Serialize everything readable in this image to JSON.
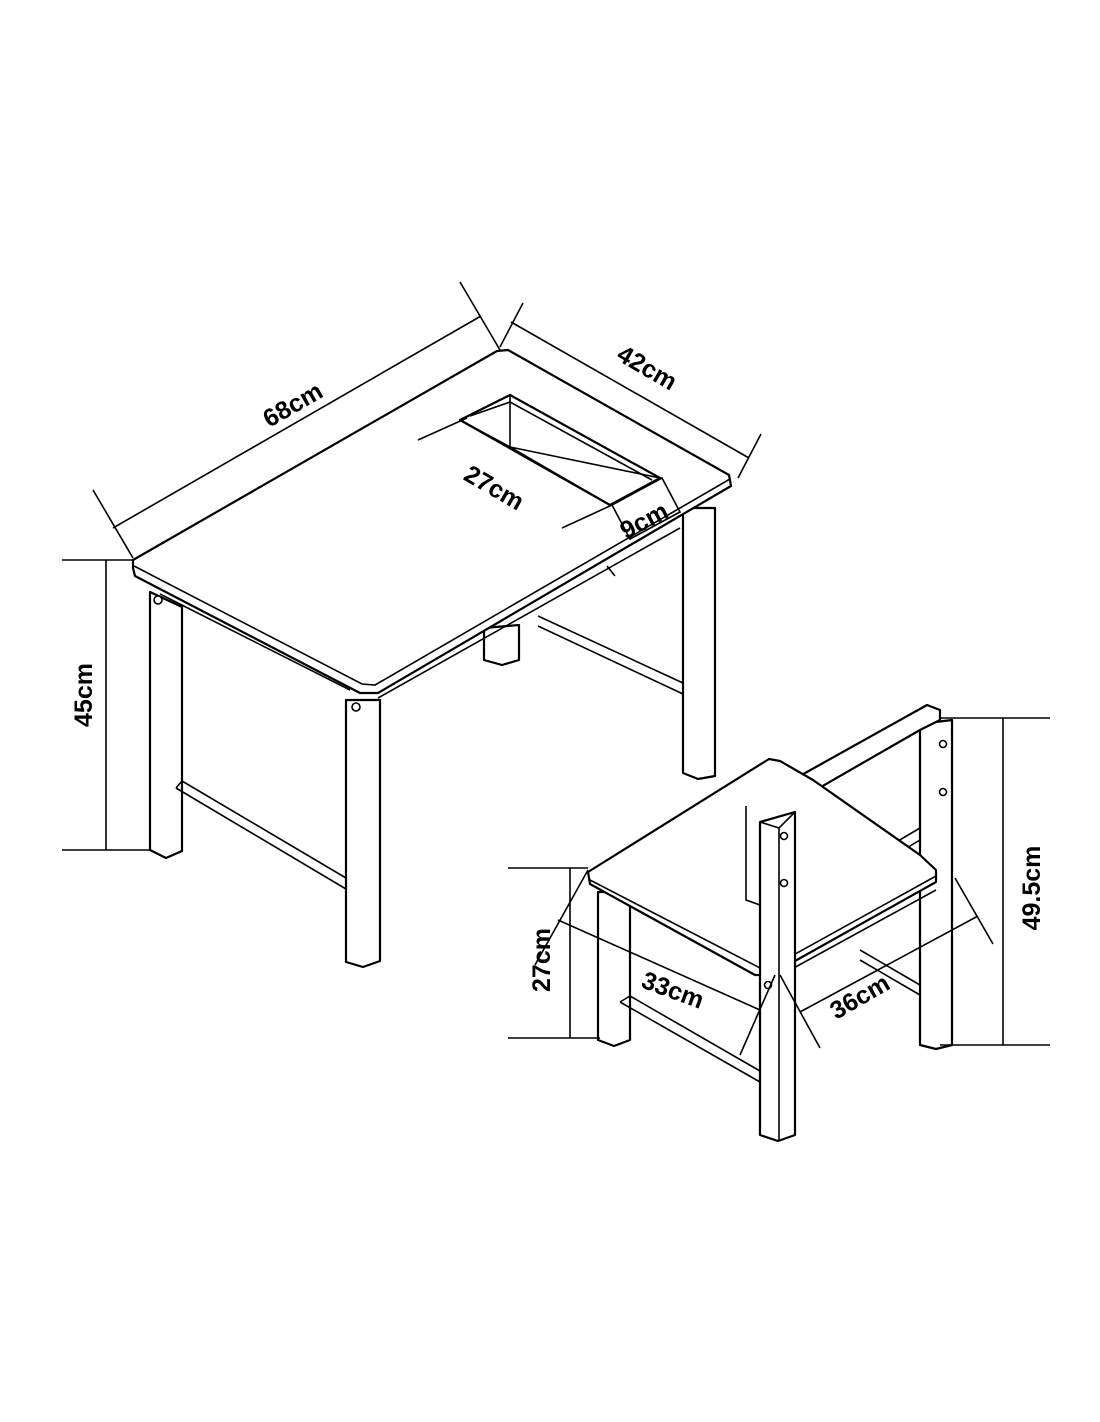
{
  "table": {
    "dimensions": {
      "length": "68cm",
      "width": "42cm",
      "height": "45cm",
      "tray_length": "27cm",
      "tray_width": "9cm"
    }
  },
  "chair": {
    "dimensions": {
      "total_height": "49.5cm",
      "seat_height": "27cm",
      "seat_depth": "33cm",
      "seat_width": "36cm"
    }
  }
}
